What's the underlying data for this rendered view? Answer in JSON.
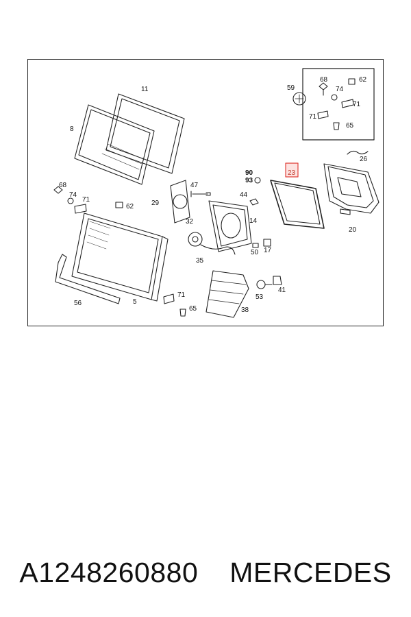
{
  "diagram": {
    "highlight_color": "#e0403a",
    "callouts": {
      "c11": "11",
      "c8": "8",
      "c59": "59",
      "c68a": "68",
      "c62a": "62",
      "c74a": "74",
      "c71a": "71",
      "c71b": "71",
      "c65a": "65",
      "c26": "26",
      "c23": "23",
      "c90": "90",
      "c93": "93",
      "c47": "47",
      "c44": "44",
      "c68b": "68",
      "c74b": "74",
      "c71c": "71",
      "c62b": "62",
      "c29": "29",
      "c32": "32",
      "c14": "14",
      "c20": "20",
      "c35": "35",
      "c50": "50",
      "c17": "17",
      "c56": "56",
      "c5": "5",
      "c71d": "71",
      "c65b": "65",
      "c53": "53",
      "c41": "41",
      "c38": "38"
    }
  },
  "caption": {
    "part_number": "A1248260880",
    "brand": "MERCEDES"
  }
}
